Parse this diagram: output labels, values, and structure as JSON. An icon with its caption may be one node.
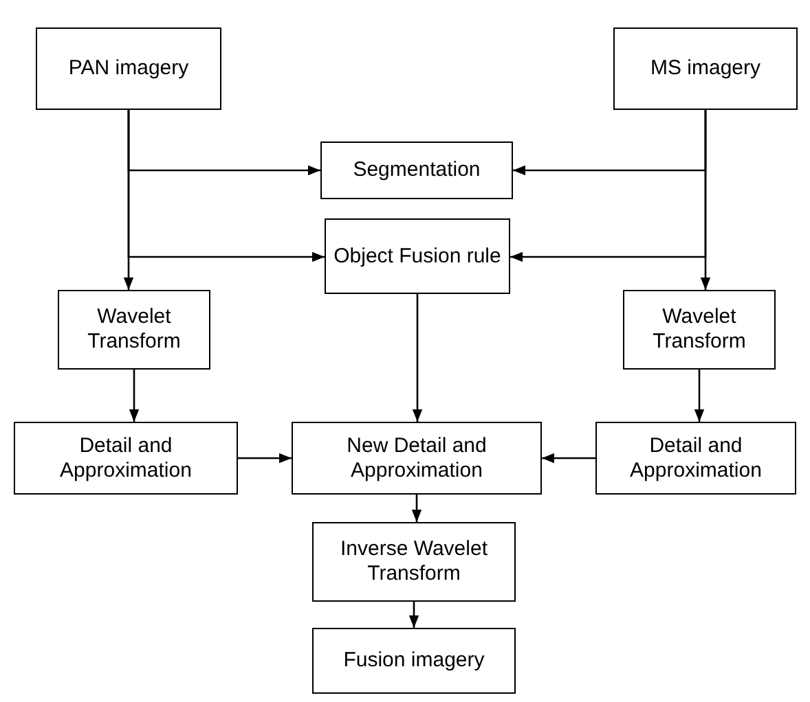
{
  "diagram": {
    "nodes": [
      {
        "text": [
          "PAN imagery"
        ]
      },
      {
        "text": [
          "MS imagery"
        ]
      },
      {
        "text": [
          "Segmentation"
        ]
      },
      {
        "text": [
          "Object Fusion rule"
        ]
      },
      {
        "text": [
          "Wavelet Transform"
        ]
      },
      {
        "text": [
          "Wavelet Transform"
        ]
      },
      {
        "text": [
          "Detail and Approximation"
        ]
      },
      {
        "text": [
          "New Detail and Approximation"
        ]
      },
      {
        "text": [
          "Detail and Approximation"
        ]
      },
      {
        "text": [
          "Inverse Wavelet Transform"
        ]
      },
      {
        "text": [
          "Fusion imagery"
        ]
      }
    ],
    "edges": [
      {
        "from": 0,
        "to": 2,
        "arrow": "to"
      },
      {
        "from": 0,
        "to": 3,
        "arrow": "to"
      },
      {
        "from": 0,
        "to": 4,
        "arrow": "to"
      },
      {
        "from": 1,
        "to": 2,
        "arrow": "to"
      },
      {
        "from": 1,
        "to": 3,
        "arrow": "to"
      },
      {
        "from": 1,
        "to": 5,
        "arrow": "to"
      },
      {
        "from": 3,
        "to": 7,
        "arrow": "to"
      },
      {
        "from": 4,
        "to": 6,
        "arrow": "to"
      },
      {
        "from": 5,
        "to": 8,
        "arrow": "to"
      },
      {
        "from": 6,
        "to": 7,
        "arrow": "to"
      },
      {
        "from": 8,
        "to": 7,
        "arrow": "to"
      },
      {
        "from": 7,
        "to": 9,
        "arrow": "to"
      },
      {
        "from": 9,
        "to": 10,
        "arrow": "to"
      }
    ]
  }
}
